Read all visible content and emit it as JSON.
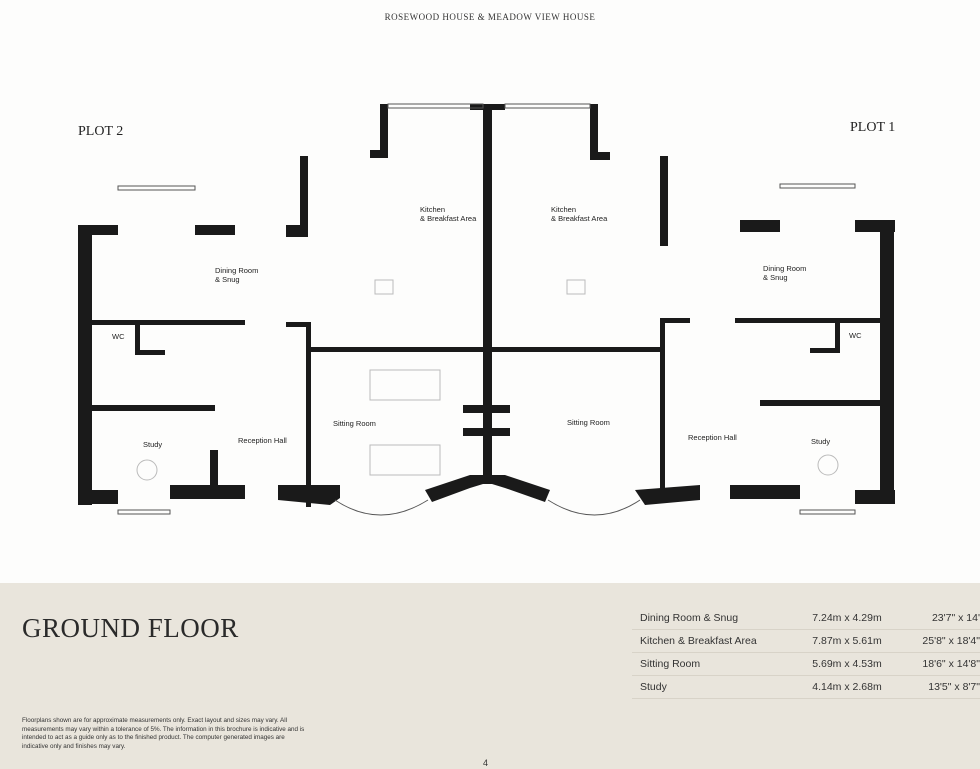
{
  "header": {
    "title": "ROSEWOOD HOUSE & MEADOW VIEW HOUSE"
  },
  "plots": {
    "left": "PLOT 2",
    "right": "PLOT 1"
  },
  "rooms_plot2": {
    "dining": [
      "Dining Room",
      "& Snug"
    ],
    "kitchen": [
      "Kitchen",
      "& Breakfast Area"
    ],
    "wc": "WC",
    "study": "Study",
    "reception": "Reception Hall",
    "sitting": "Sitting Room"
  },
  "rooms_plot1": {
    "dining": [
      "Dining Room",
      "& Snug"
    ],
    "kitchen": [
      "Kitchen",
      "& Breakfast Area"
    ],
    "wc": "WC",
    "study": "Study",
    "reception": "Reception Hall",
    "sitting": "Sitting Room"
  },
  "panel": {
    "title": "GROUND FLOOR",
    "disclaimer": "Floorplans shown are for approximate measurements only. Exact layout and sizes may vary. All measurements may vary within a tolerance of 5%. The information in this brochure is indicative and is intended to act as a guide only as to the finished product. The computer generated images are indicative only and finishes may vary.",
    "page_number": "4",
    "dimensions": [
      {
        "room": "Dining Room & Snug",
        "metric": "7.24m x 4.29m",
        "imperial": "23'7\" x 14'"
      },
      {
        "room": "Kitchen & Breakfast Area",
        "metric": "7.87m x 5.61m",
        "imperial": "25'8\" x 18'4\""
      },
      {
        "room": "Sitting Room",
        "metric": "5.69m x 4.53m",
        "imperial": "18'6\" x 14'8\""
      },
      {
        "room": "Study",
        "metric": "4.14m x 2.68m",
        "imperial": "13'5\" x 8'7\""
      }
    ]
  }
}
